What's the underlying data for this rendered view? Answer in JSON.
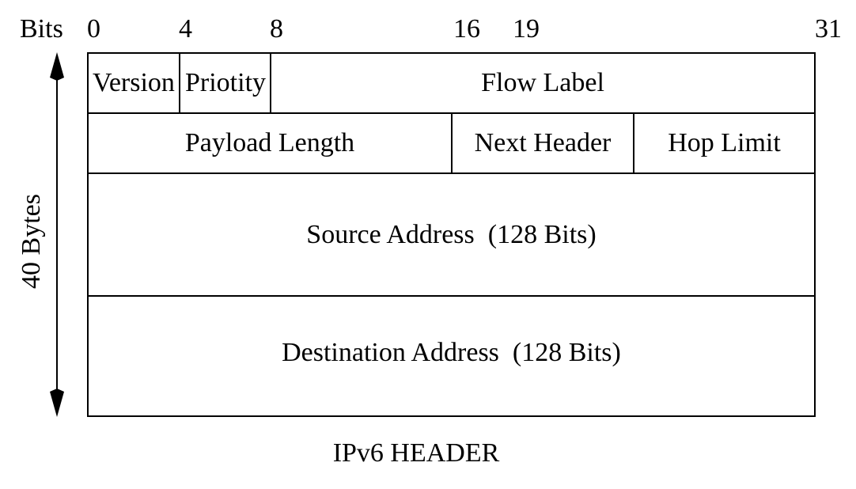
{
  "bits_label": "Bits",
  "bit_ticks": [
    "0",
    "4",
    "8",
    "16",
    "19",
    "31"
  ],
  "side_label": "40 Bytes",
  "fields": {
    "version": "Version",
    "priority": "Priotity",
    "flow_label": "Flow Label",
    "payload_length": "Payload Length",
    "next_header": "Next Header",
    "hop_limit": "Hop Limit",
    "source_address": "Source Address  (128 Bits)",
    "destination_address": "Destination Address  (128 Bits)"
  },
  "caption": "IPv6 HEADER"
}
